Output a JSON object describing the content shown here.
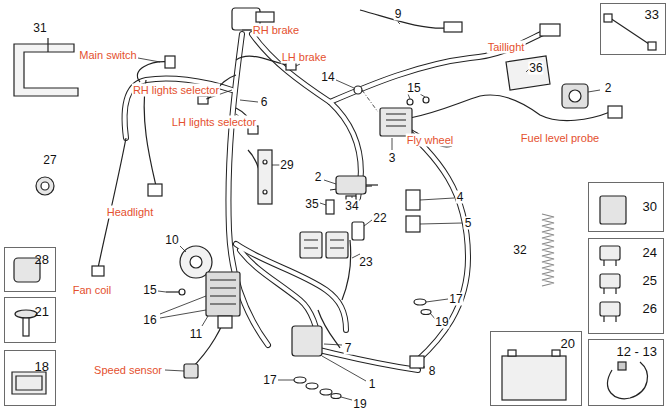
{
  "diagram": {
    "nodes": [
      {
        "text": [
          "33"
        ]
      },
      {
        "text": [
          "30"
        ]
      },
      {
        "text": [
          "24",
          "25",
          "26"
        ]
      },
      {
        "text": [
          "28"
        ]
      },
      {
        "text": [
          "21"
        ]
      },
      {
        "text": [
          "20"
        ]
      },
      {
        "text": [
          "12 - 13"
        ]
      },
      {
        "text": [
          "18"
        ]
      }
    ],
    "labels": [
      "31",
      "RH brake",
      "Main switch",
      "RH lights selector",
      "LH brake",
      "6",
      "LH lights selector",
      "9",
      "Taillight",
      "14",
      "15",
      "36",
      "2",
      "Fly wheel",
      "3",
      "Fuel level probe",
      "27",
      "Fan coil",
      "Headlight",
      "29",
      "2",
      "35",
      "34",
      "22",
      "4",
      "5",
      "32",
      "10",
      "23",
      "15",
      "17",
      "19",
      "16",
      "11",
      "7",
      "8",
      "Speed sensor",
      "1",
      "17",
      "19"
    ]
  }
}
